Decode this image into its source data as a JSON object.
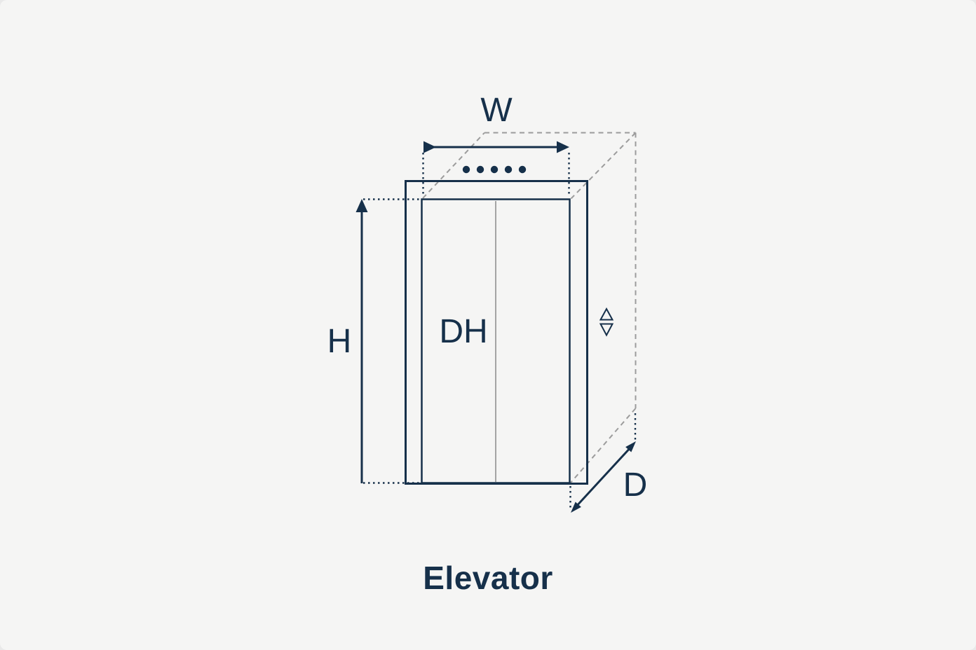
{
  "title": "Elevator",
  "diagram": {
    "labels": {
      "width": "W",
      "height": "H",
      "door_height": "DH",
      "depth": "D"
    },
    "indicator_dot_count": 5
  },
  "colors": {
    "background": "#f5f5f4",
    "ink": "#16304a",
    "dash": "#9c9c9c",
    "door-split": "#8f8f8f"
  }
}
